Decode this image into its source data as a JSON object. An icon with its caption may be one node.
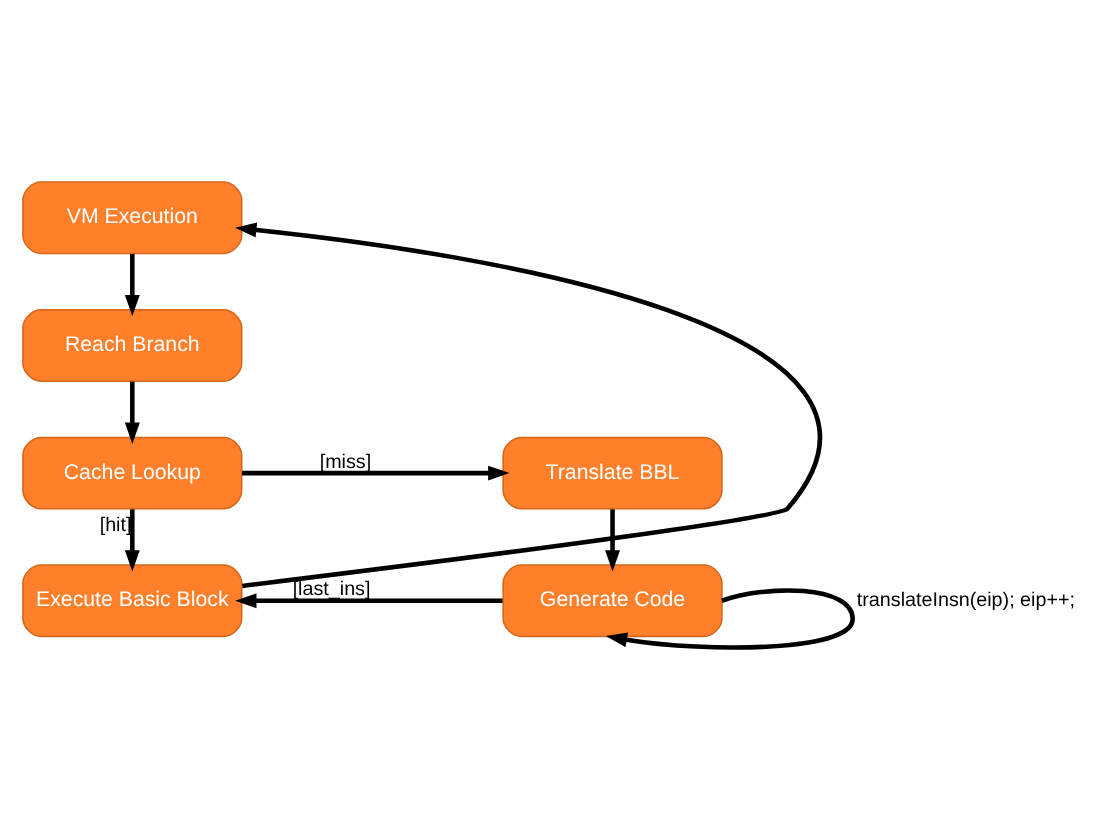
{
  "diagram": {
    "nodes": [
      {
        "text": [
          "VM Execution"
        ]
      },
      {
        "text": [
          "Reach Branch"
        ]
      },
      {
        "text": [
          "Cache Lookup"
        ]
      },
      {
        "text": [
          "Translate BBL"
        ]
      },
      {
        "text": [
          "Execute Basic Block"
        ]
      },
      {
        "text": [
          "Generate Code"
        ]
      }
    ],
    "edges": [
      {
        "from": 0,
        "to": 1,
        "arrow": "to"
      },
      {
        "from": 1,
        "to": 2,
        "arrow": "to"
      },
      {
        "from": 2,
        "to": 3,
        "arrow": "to",
        "label": "[miss]"
      },
      {
        "from": 2,
        "to": 4,
        "arrow": "to",
        "label": "[hit]"
      },
      {
        "from": 3,
        "to": 5,
        "arrow": "to"
      },
      {
        "from": 5,
        "to": 4,
        "arrow": "to",
        "label": "[last_ins]"
      },
      {
        "from": 5,
        "to": 5,
        "arrow": "to",
        "label": "translateInsn(eip); eip++;"
      },
      {
        "from": 4,
        "to": 0,
        "arrow": "to"
      }
    ]
  }
}
